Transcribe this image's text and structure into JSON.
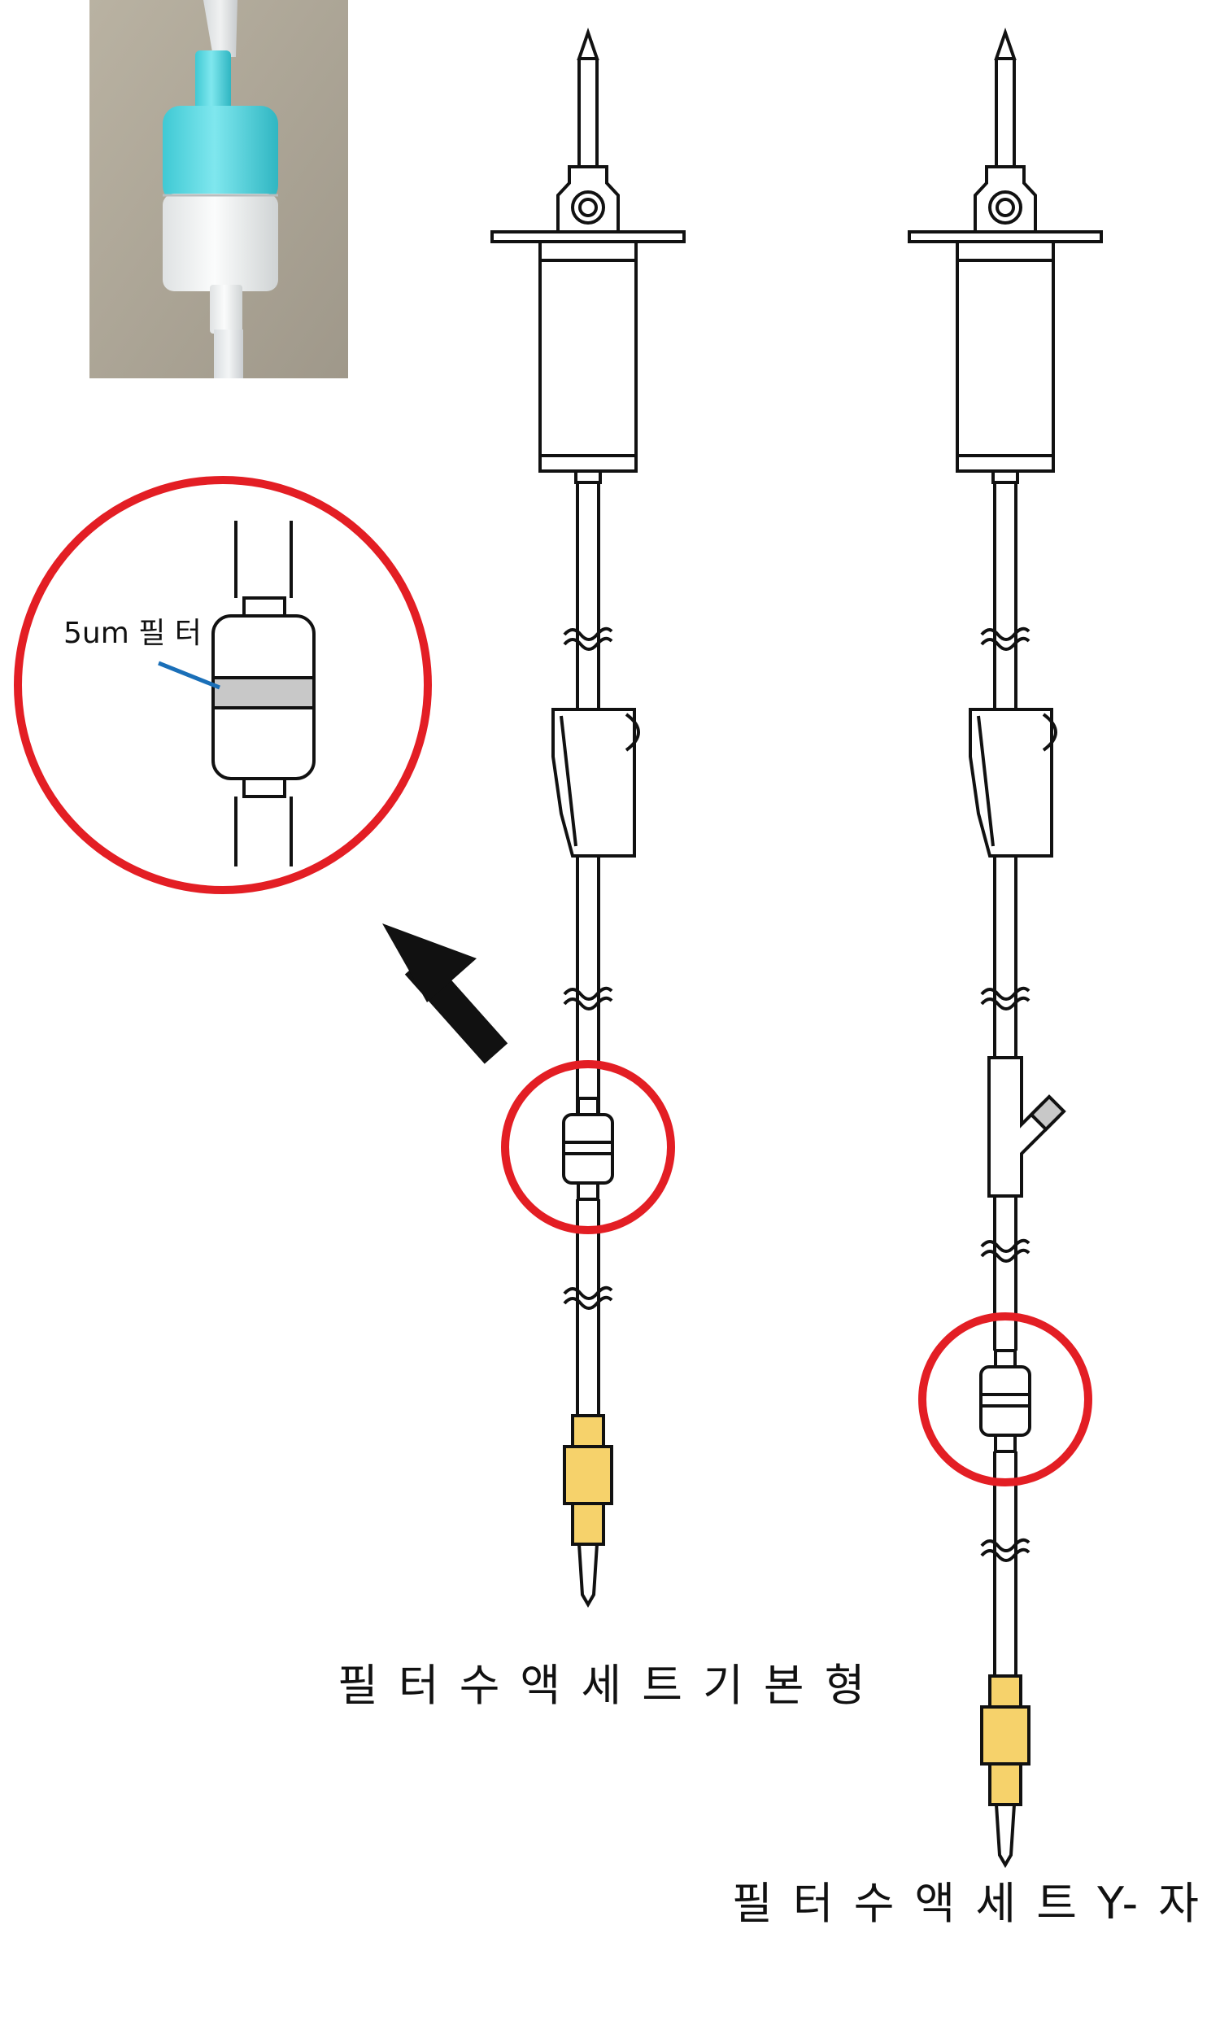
{
  "callout": {
    "filter_label": "5um 필 터"
  },
  "sets": {
    "basic": {
      "caption": "필 터 수 액 세 트  기 본 형"
    },
    "y_type": {
      "caption": "필 터 수 액 세 트  Y- 자 형"
    }
  },
  "colors": {
    "highlight_red": "#e31e24",
    "connector_yellow": "#f6d26b",
    "pointer_blue": "#1a6fb8",
    "filter_band_gray": "#c8c8c8",
    "outline": "#111111"
  }
}
